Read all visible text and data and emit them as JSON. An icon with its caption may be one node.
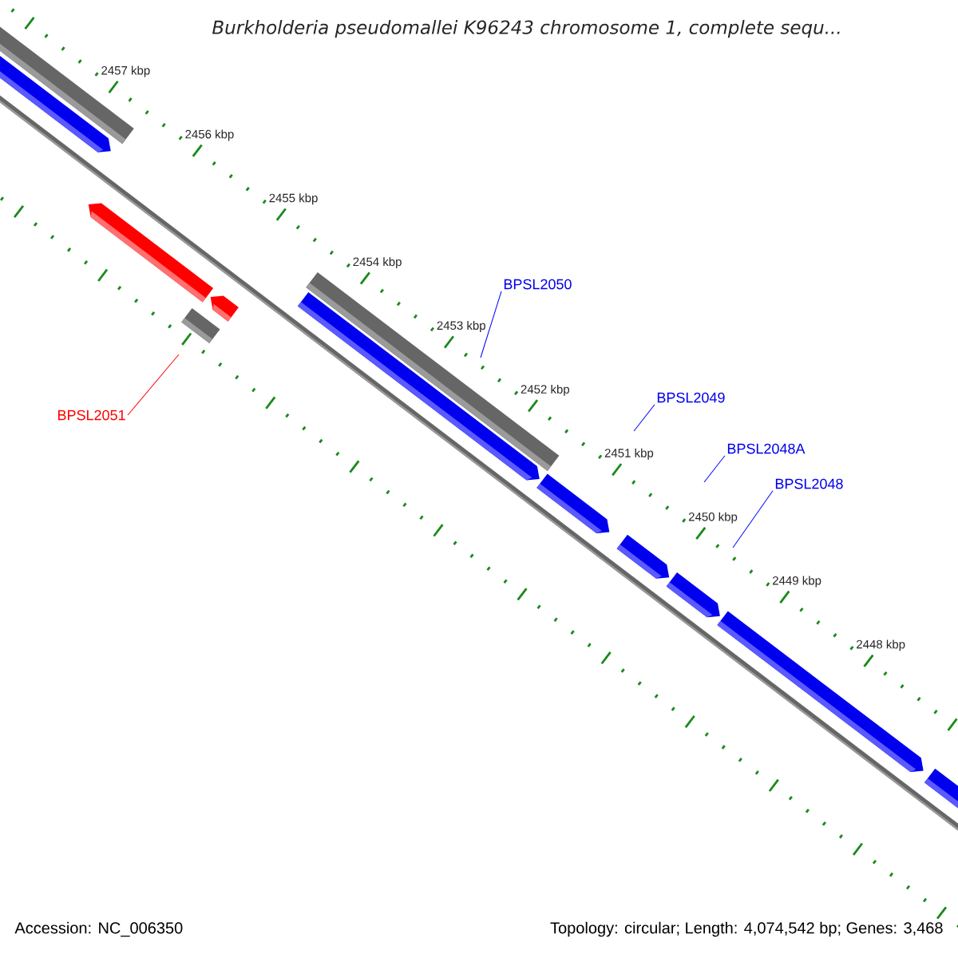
{
  "diagram": {
    "title": "Burkholderia pseudomallei K96243 chromosome 1, complete sequ...",
    "nodes": [
      {
        "text": [
          "BPSL2051"
        ]
      },
      {
        "text": [
          "BPSL2050"
        ]
      },
      {
        "text": [
          "BPSL2049"
        ]
      },
      {
        "text": [
          "BPSL2048A"
        ]
      },
      {
        "text": [
          "BPSL2048"
        ]
      }
    ],
    "edges": [
      {
        "from": 0,
        "to": null,
        "arrow": "none",
        "color": "#ff0000"
      },
      {
        "from": 1,
        "to": null,
        "arrow": "none"
      },
      {
        "from": 2,
        "to": null,
        "arrow": "none"
      },
      {
        "from": 3,
        "to": null,
        "arrow": "none"
      },
      {
        "from": 4,
        "to": null,
        "arrow": "none"
      }
    ],
    "labels": [
      "2457 kbp",
      "2456 kbp",
      "2455 kbp",
      "2454 kbp",
      "2453 kbp",
      "2452 kbp",
      "2451 kbp",
      "2450 kbp",
      "2449 kbp",
      "2448 kbp",
      "Accession: NC_006350",
      "Topology: circular; Length: 4,074,542 bp; Genes: 3,468"
    ]
  }
}
